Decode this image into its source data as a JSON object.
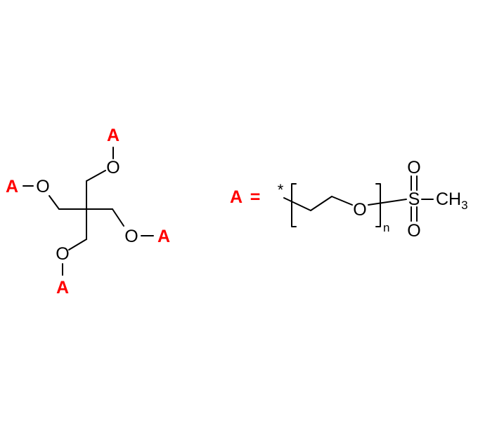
{
  "colors": {
    "rgroup": "#ff0000",
    "bond": "#000000"
  },
  "core": {
    "r_label": "A",
    "oxygen": "O"
  },
  "definition": {
    "lhs": "A",
    "equals": "=",
    "asterisk": "*",
    "oxygen": "O",
    "repeat_subscript": "n",
    "sulfur": "S",
    "sulfonyl_oxygen": "O",
    "methyl": "CH",
    "methyl_subscript": "3"
  }
}
